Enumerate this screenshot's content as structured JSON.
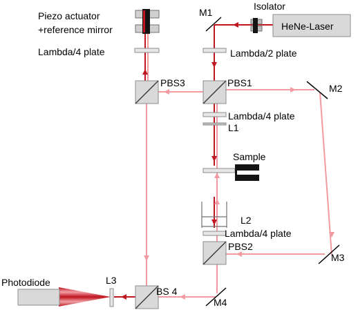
{
  "labels": {
    "piezo_line1": "Piezo actuator",
    "piezo_line2": "+reference mirror",
    "isolator": "Isolator",
    "laser": "HeNe-Laser",
    "m1": "M1",
    "m2": "M2",
    "m3": "M3",
    "m4": "M4",
    "lambda4_top": "Lambda/4 plate",
    "lambda2": "Lambda/2 plate",
    "pbs3": "PBS3",
    "pbs1": "PBS1",
    "pbs2": "PBS2",
    "bs4": "BS 4",
    "lambda4_mid": "Lambda/4 plate",
    "l1": "L1",
    "sample": "Sample",
    "l2": "L2",
    "lambda4_low": "Lambda/4 plate",
    "photodiode": "Photodiode",
    "l3": "L3"
  },
  "colors": {
    "beam_dark": "#c0141e",
    "beam_light": "#f29aa0",
    "component_fill": "#d9d9d9",
    "component_stroke": "#8c8c8c",
    "black_block": "#141414"
  }
}
